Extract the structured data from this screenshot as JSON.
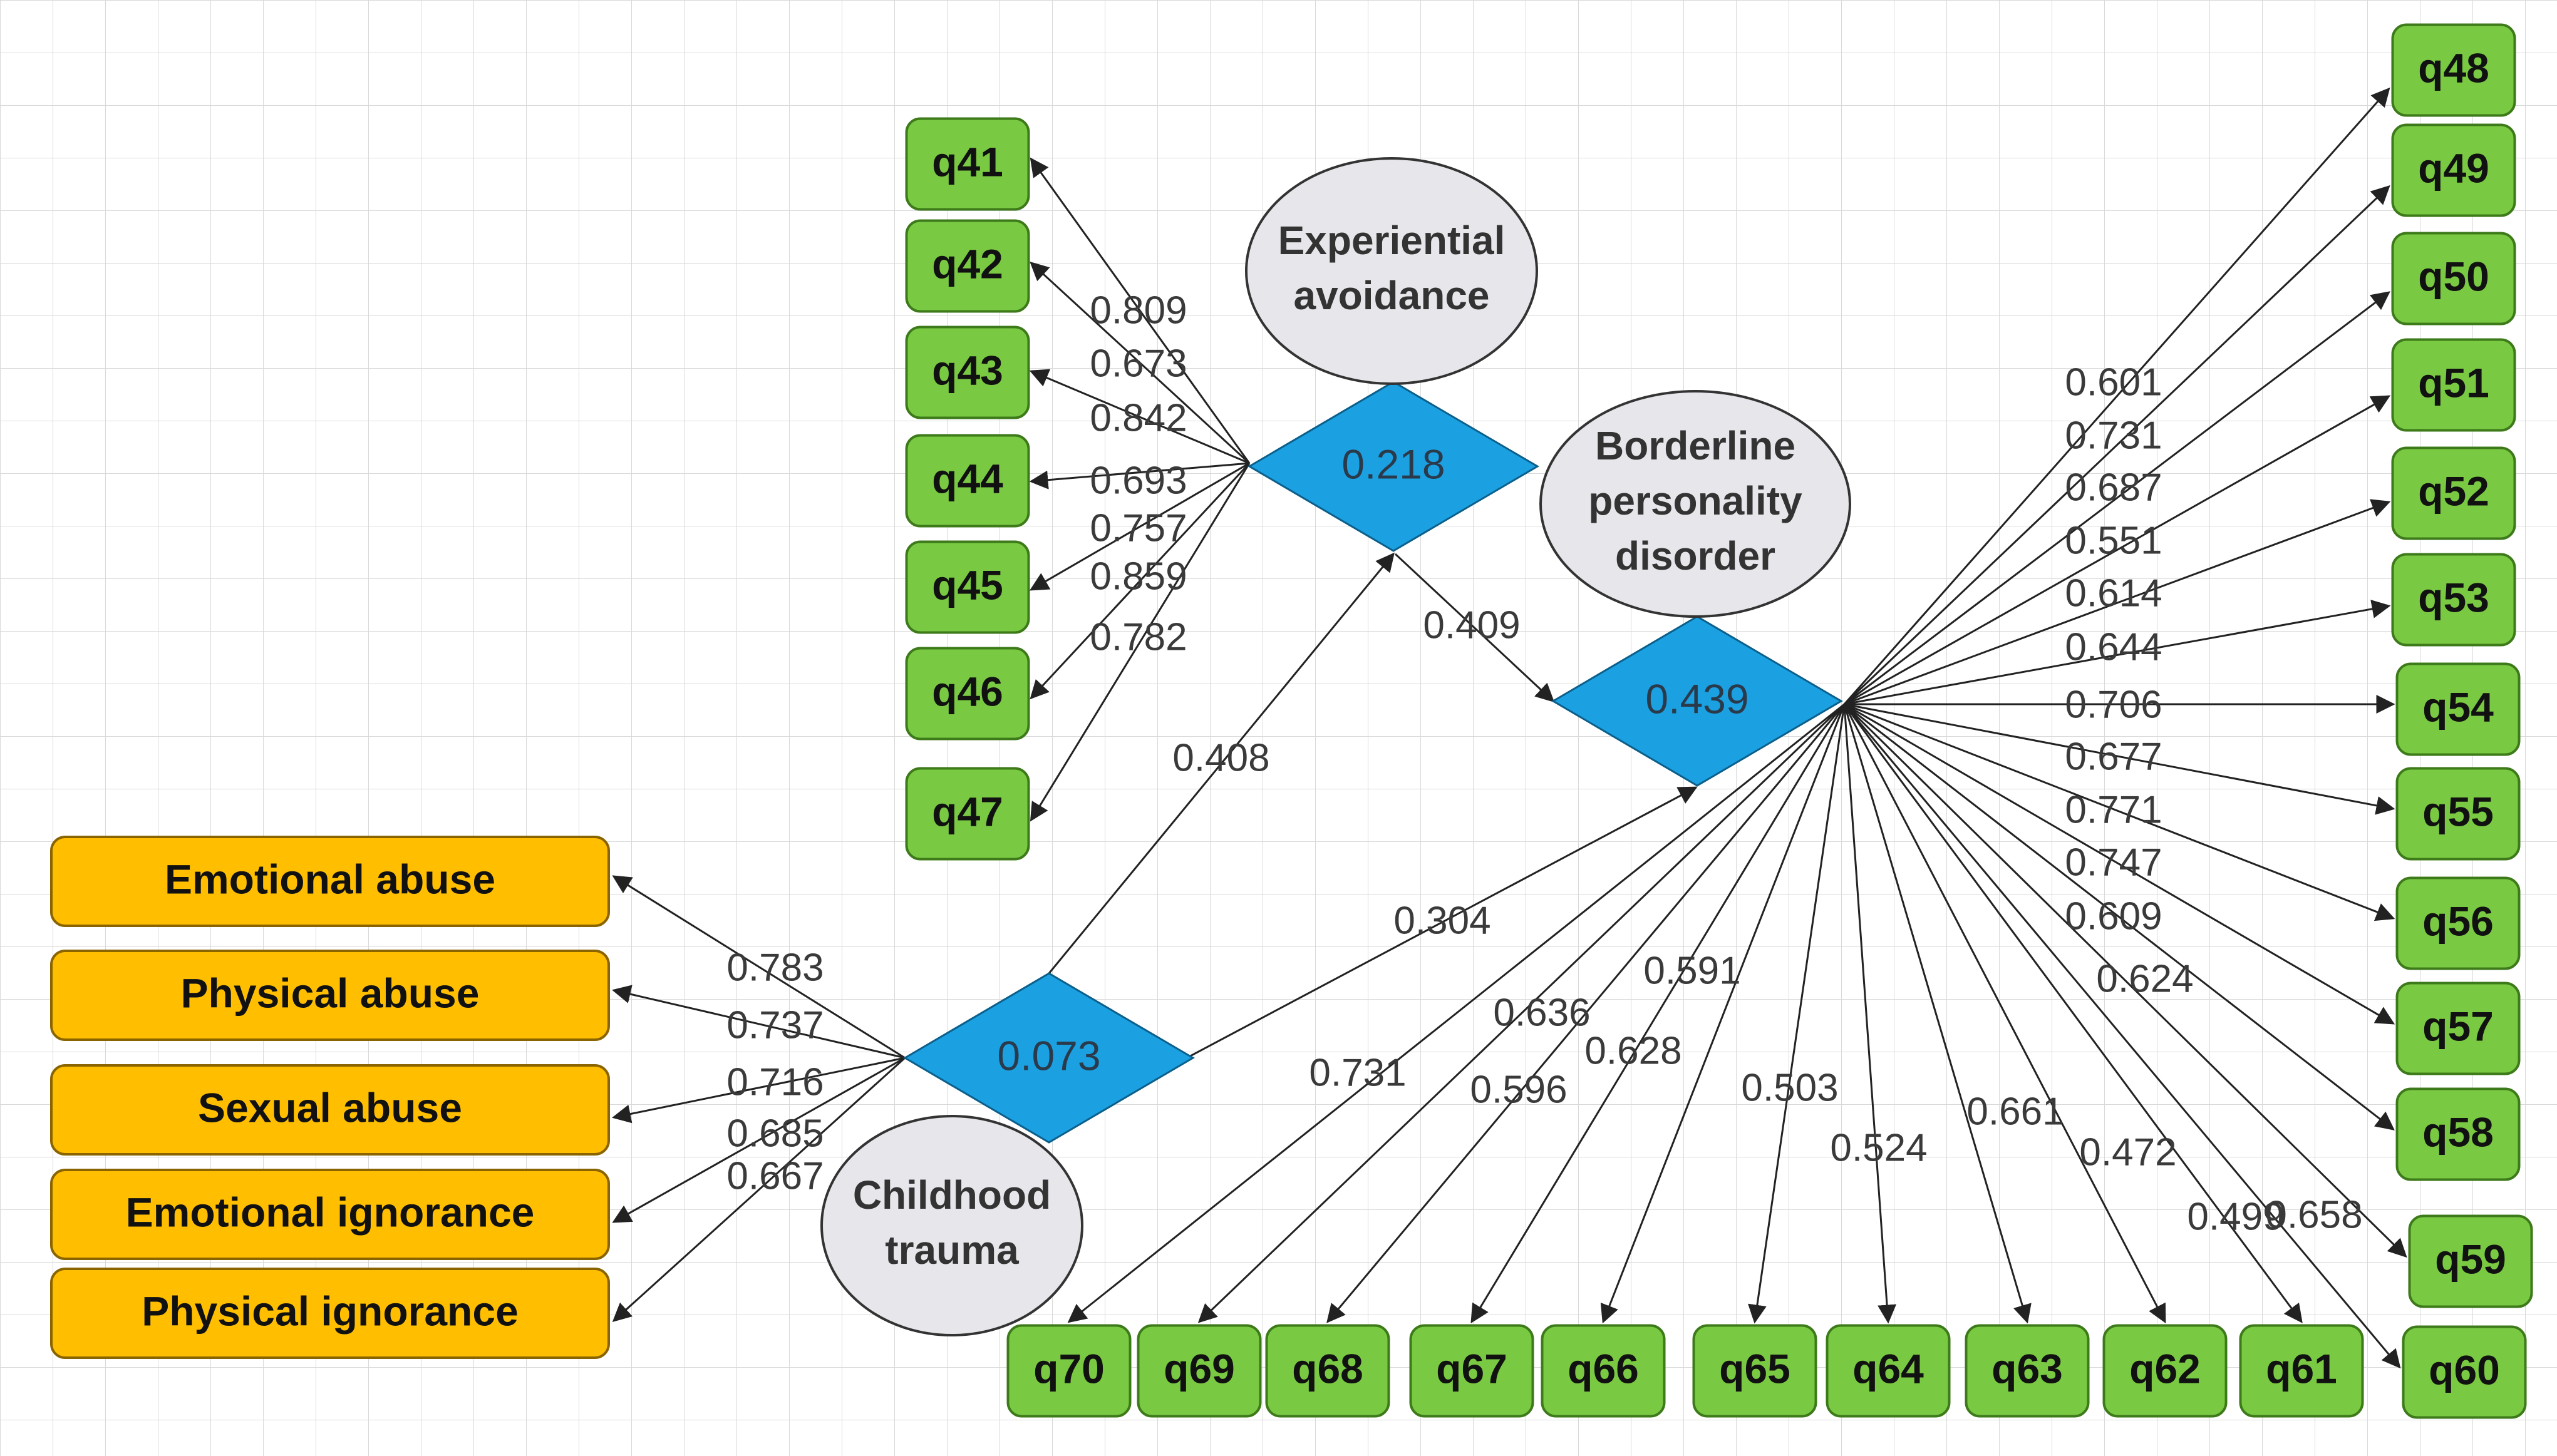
{
  "colors": {
    "indicator_fill": "#7AC943",
    "indicator_stroke": "#3d7a1a",
    "category_fill": "#FFBF00",
    "category_stroke": "#8a6400",
    "diamond_fill": "#1BA1E2",
    "ellipse_fill": "#E6E6EB",
    "grid": "#d9d9d9",
    "arrow": "#222222"
  },
  "constructs": {
    "experiential_avoidance": {
      "name_lines": [
        "Experiential",
        "avoidance"
      ],
      "r2": "0.218",
      "indicators": [
        {
          "label": "q41",
          "loading": "0.809"
        },
        {
          "label": "q42",
          "loading": "0.673"
        },
        {
          "label": "q43",
          "loading": "0.842"
        },
        {
          "label": "q44",
          "loading": "0.693"
        },
        {
          "label": "q45",
          "loading": "0.757"
        },
        {
          "label": "q46",
          "loading": "0.859"
        },
        {
          "label": "q47",
          "loading": "0.782"
        }
      ]
    },
    "borderline_personality_disorder": {
      "name_lines": [
        "Borderline",
        "personality",
        "disorder"
      ],
      "r2": "0.439",
      "indicators_right": [
        {
          "label": "q48",
          "loading": "0.601"
        },
        {
          "label": "q49",
          "loading": "0.731"
        },
        {
          "label": "q50",
          "loading": "0.687"
        },
        {
          "label": "q51",
          "loading": "0.551"
        },
        {
          "label": "q52",
          "loading": "0.614"
        },
        {
          "label": "q53",
          "loading": "0.644"
        },
        {
          "label": "q54",
          "loading": "0.706"
        },
        {
          "label": "q55",
          "loading": "0.677"
        },
        {
          "label": "q56",
          "loading": "0.771"
        },
        {
          "label": "q57",
          "loading": "0.747"
        },
        {
          "label": "q58",
          "loading": "0.609"
        },
        {
          "label": "q59",
          "loading": "0.624"
        },
        {
          "label": "q60",
          "loading": "0.658"
        }
      ],
      "indicators_bottom": [
        {
          "label": "q61",
          "loading": "0.499"
        },
        {
          "label": "q62",
          "loading": "0.472"
        },
        {
          "label": "q63",
          "loading": "0.661"
        },
        {
          "label": "q64",
          "loading": "0.524"
        },
        {
          "label": "q65",
          "loading": "0.503"
        },
        {
          "label": "q66",
          "loading": "0.591"
        },
        {
          "label": "q67",
          "loading": "0.628"
        },
        {
          "label": "q68",
          "loading": "0.596"
        },
        {
          "label": "q69",
          "loading": "0.636"
        },
        {
          "label": "q70",
          "loading": "0.731"
        }
      ]
    },
    "childhood_trauma": {
      "name_lines": [
        "Childhood",
        "trauma"
      ],
      "r2": "0.073",
      "indicators": [
        {
          "label": "Emotional abuse",
          "loading": "0.783"
        },
        {
          "label": "Physical abuse",
          "loading": "0.737"
        },
        {
          "label": "Sexual abuse",
          "loading": "0.716"
        },
        {
          "label": "Emotional ignorance",
          "loading": "0.685"
        },
        {
          "label": "Physical ignorance",
          "loading": "0.667"
        }
      ]
    }
  },
  "paths": {
    "ct_to_ea": "0.408",
    "ct_to_bpd": "0.304",
    "ea_to_bpd": "0.409"
  }
}
